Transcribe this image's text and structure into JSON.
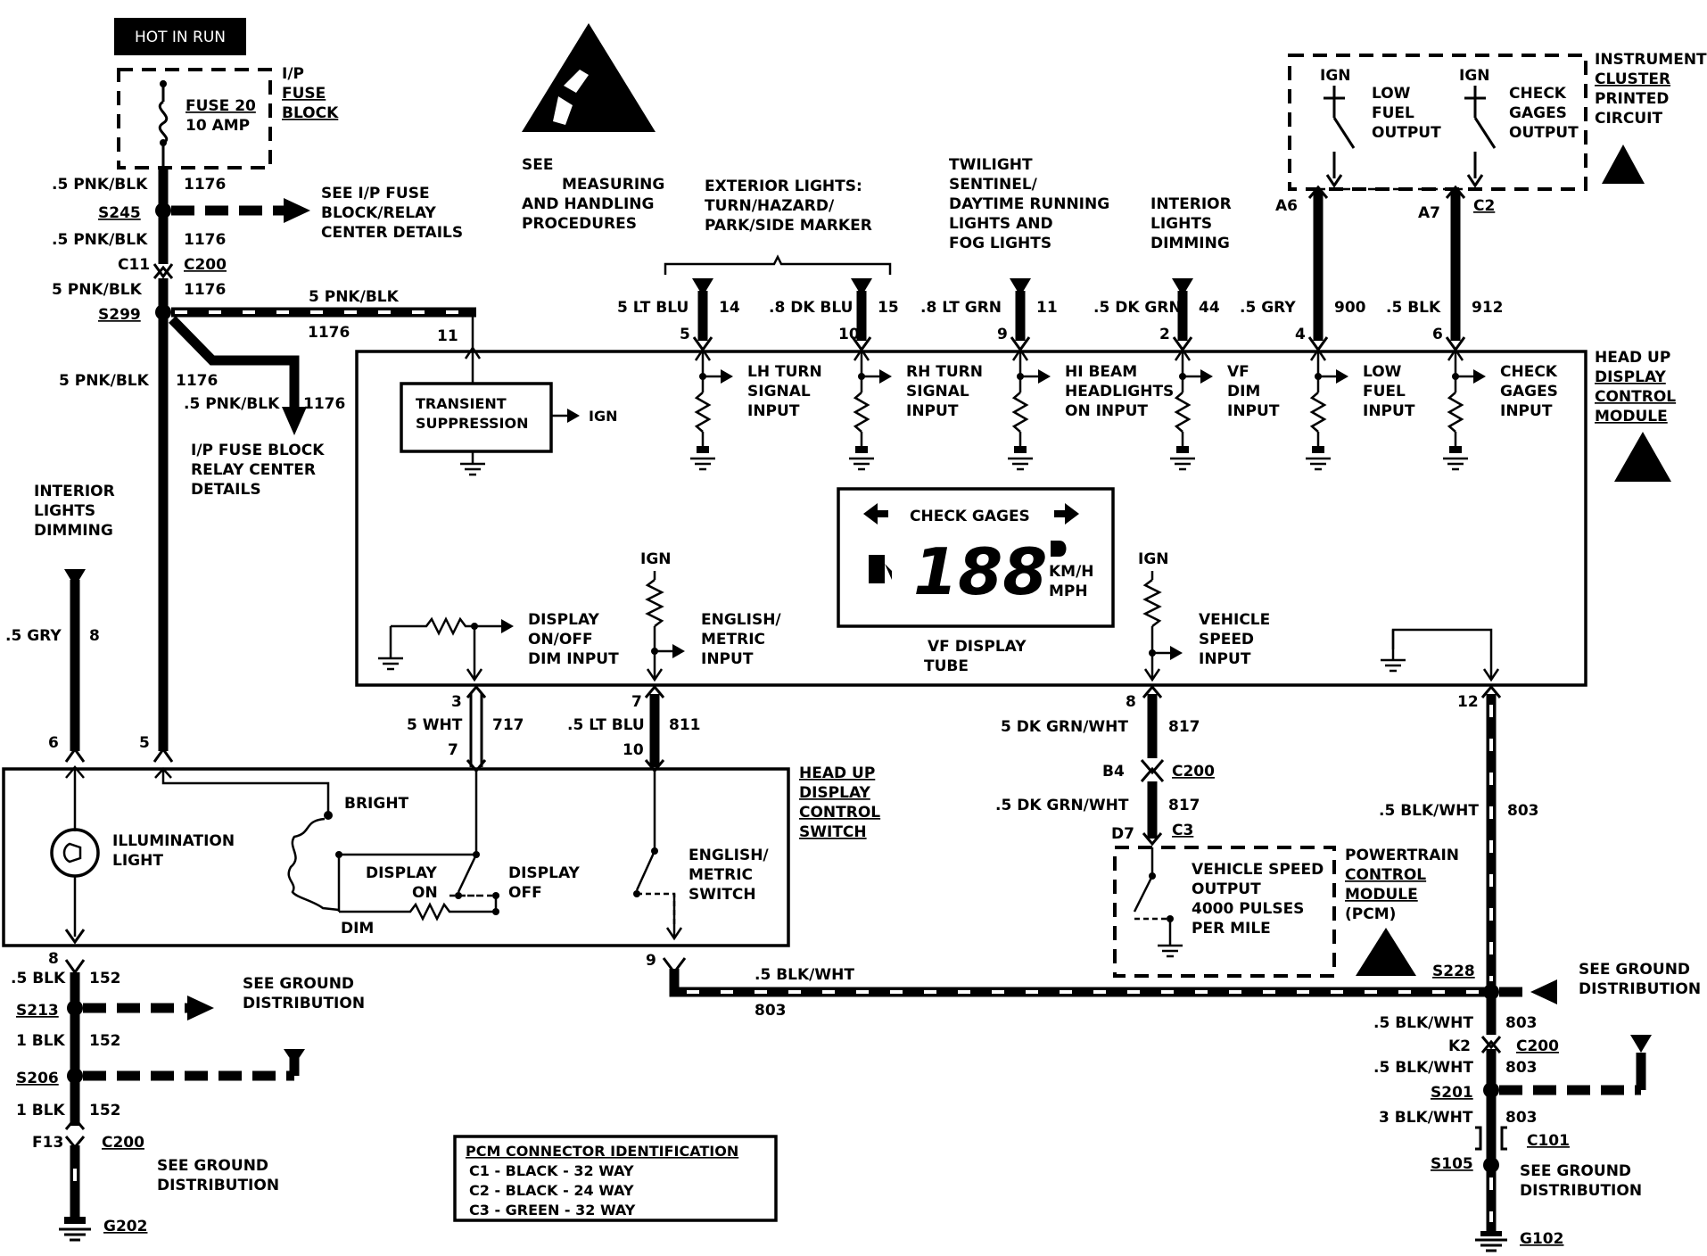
{
  "header": {
    "hot_in_run": "HOT IN RUN"
  },
  "fuse": {
    "block_label": [
      "I/P",
      "FUSE",
      "BLOCK"
    ],
    "fuse_name": "FUSE 20",
    "fuse_rating": "10 AMP"
  },
  "esd_note": {
    "lines": [
      "SEE",
      "MEASURING",
      "AND HANDLING",
      "PROCEDURES"
    ]
  },
  "left_feed": {
    "w1": ".5 PNK/BLK",
    "c1": "1176",
    "s245": "S245",
    "see_fuse_block": [
      "SEE I/P FUSE",
      "BLOCK/RELAY",
      "CENTER DETAILS"
    ],
    "w2": ".5 PNK/BLK",
    "c2": "1176",
    "c11": "C11",
    "c200": "C200",
    "w3": "5 PNK/BLK",
    "c3": "1176",
    "s299": "S299",
    "w_top": "5 PNK/BLK",
    "c_top": "1176",
    "pin11": "11",
    "w4": "5 PNK/BLK",
    "c4": "1176",
    "w5": ".5 PNK/BLK",
    "c5": "1176",
    "fuse_relay_details": [
      "I/P FUSE BLOCK",
      "RELAY CENTER",
      "DETAILS"
    ]
  },
  "interior_dim_left": {
    "label": [
      "INTERIOR",
      "LIGHTS",
      "DIMMING"
    ],
    "wire": ".5 GRY",
    "circuit": "8",
    "pin6": "6",
    "pin5": "5"
  },
  "top_groups": {
    "exterior": [
      "EXTERIOR LIGHTS:",
      "TURN/HAZARD/",
      "PARK/SIDE MARKER"
    ],
    "twilight": [
      "TWILIGHT",
      "SENTINEL/",
      "DAYTIME RUNNING",
      "LIGHTS AND",
      "FOG LIGHTS"
    ],
    "interior": [
      "INTERIOR",
      "LIGHTS",
      "DIMMING"
    ]
  },
  "top_connectors": [
    {
      "wire": "5 LT BLU",
      "circuit": "14",
      "pin": "5"
    },
    {
      "wire": ".8 DK BLU",
      "circuit": "15",
      "pin": "10"
    },
    {
      "wire": ".8 LT GRN",
      "circuit": "11",
      "pin": "9"
    },
    {
      "wire": ".5 DK GRN",
      "circuit": "44",
      "pin": "2"
    },
    {
      "wire": ".5 GRY",
      "circuit": "900",
      "pin": "4"
    },
    {
      "wire": ".5 BLK",
      "circuit": "912",
      "pin": "6"
    }
  ],
  "cluster": {
    "ign1": "IGN",
    "ign2": "IGN",
    "low_fuel": [
      "LOW",
      "FUEL",
      "OUTPUT"
    ],
    "check_gages": [
      "CHECK",
      "GAGES",
      "OUTPUT"
    ],
    "label": [
      "INSTRUMENT",
      "CLUSTER",
      "PRINTED",
      "CIRCUIT"
    ],
    "a6": "A6",
    "a7": "A7",
    "c2": "C2"
  },
  "hud_module": {
    "label": [
      "HEAD UP",
      "DISPLAY",
      "CONTROL",
      "MODULE"
    ],
    "transient": [
      "TRANSIENT",
      "SUPPRESSION"
    ],
    "ign": "IGN",
    "inputs": [
      [
        "LH TURN",
        "SIGNAL",
        "INPUT"
      ],
      [
        "RH TURN",
        "SIGNAL",
        "INPUT"
      ],
      [
        "HI BEAM",
        "HEADLIGHTS",
        "ON INPUT"
      ],
      [
        "VF",
        "DIM",
        "INPUT"
      ],
      [
        "LOW",
        "FUEL",
        "INPUT"
      ],
      [
        "CHECK",
        "GAGES",
        "INPUT"
      ]
    ],
    "display": {
      "check_gages": "CHECK GAGES",
      "digits": "188",
      "kmh": "KM/H",
      "mph": "MPH",
      "tube": [
        "VF DISPLAY",
        "TUBE"
      ]
    },
    "display_onoff": [
      "DISPLAY",
      "ON/OFF",
      "DIM INPUT"
    ],
    "english_metric": [
      "ENGLISH/",
      "METRIC",
      "INPUT"
    ],
    "ign2": "IGN",
    "vehicle_speed": [
      "VEHICLE",
      "SPEED",
      "INPUT"
    ],
    "ign3": "IGN"
  },
  "mid_connectors": {
    "p3": "3",
    "w717": "5 WHT",
    "c717": "717",
    "p7b": "7",
    "p7": "7",
    "w811": ".5 LT BLU",
    "c811": "811",
    "p10": "10",
    "p8": "8",
    "w817": "5 DK GRN/WHT",
    "c817": "817",
    "b4": "B4",
    "c200": "C200",
    "w817b": ".5 DK GRN/WHT",
    "c817b": "817",
    "d7": "D7",
    "c3": "C3",
    "p12": "12",
    "w803": ".5 BLK/WHT",
    "c803": "803"
  },
  "switch": {
    "label": [
      "HEAD UP",
      "DISPLAY",
      "CONTROL",
      "SWITCH"
    ],
    "illumination": [
      "ILLUMINATION",
      "LIGHT"
    ],
    "bright": "BRIGHT",
    "display_on": [
      "DISPLAY",
      "ON"
    ],
    "display_off": [
      "DISPLAY",
      "OFF"
    ],
    "dim": "DIM",
    "english_metric": [
      "ENGLISH/",
      "METRIC",
      "SWITCH"
    ],
    "pin8": "8",
    "pin9": "9"
  },
  "pcm": {
    "vso": [
      "VEHICLE SPEED",
      "OUTPUT",
      "4000 PULSES",
      "PER MILE"
    ],
    "label": [
      "POWERTRAIN",
      "CONTROL",
      "MODULE",
      "(PCM)"
    ]
  },
  "bottom_left": {
    "w1": ".5 BLK",
    "c1": "152",
    "s213": "S213",
    "see_ground": [
      "SEE GROUND",
      "DISTRIBUTION"
    ],
    "w2": "1 BLK",
    "c2": "152",
    "s206": "S206",
    "w3": "1 BLK",
    "c3": "152",
    "f13": "F13",
    "c200": "C200",
    "see_ground2": [
      "SEE GROUND",
      "DISTRIBUTION"
    ],
    "g202": "G202"
  },
  "bottom_mid": {
    "w": ".5 BLK/WHT",
    "c": "803"
  },
  "bottom_right": {
    "s228": "S228",
    "see_ground": [
      "SEE GROUND",
      "DISTRIBUTION"
    ],
    "w1": ".5 BLK/WHT",
    "c1": "803",
    "k2": "K2",
    "c200": "C200",
    "w2": ".5 BLK/WHT",
    "c2": "803",
    "s201": "S201",
    "w3": "3 BLK/WHT",
    "c3": "803",
    "c101": "C101",
    "s105": "S105",
    "see_ground2": [
      "SEE GROUND",
      "DISTRIBUTION"
    ],
    "g102": "G102"
  },
  "pcm_table": {
    "title": "PCM CONNECTOR IDENTIFICATION",
    "rows": [
      "C1 - BLACK - 32 WAY",
      "C2 - BLACK - 24 WAY",
      "C3 - GREEN - 32 WAY"
    ]
  }
}
